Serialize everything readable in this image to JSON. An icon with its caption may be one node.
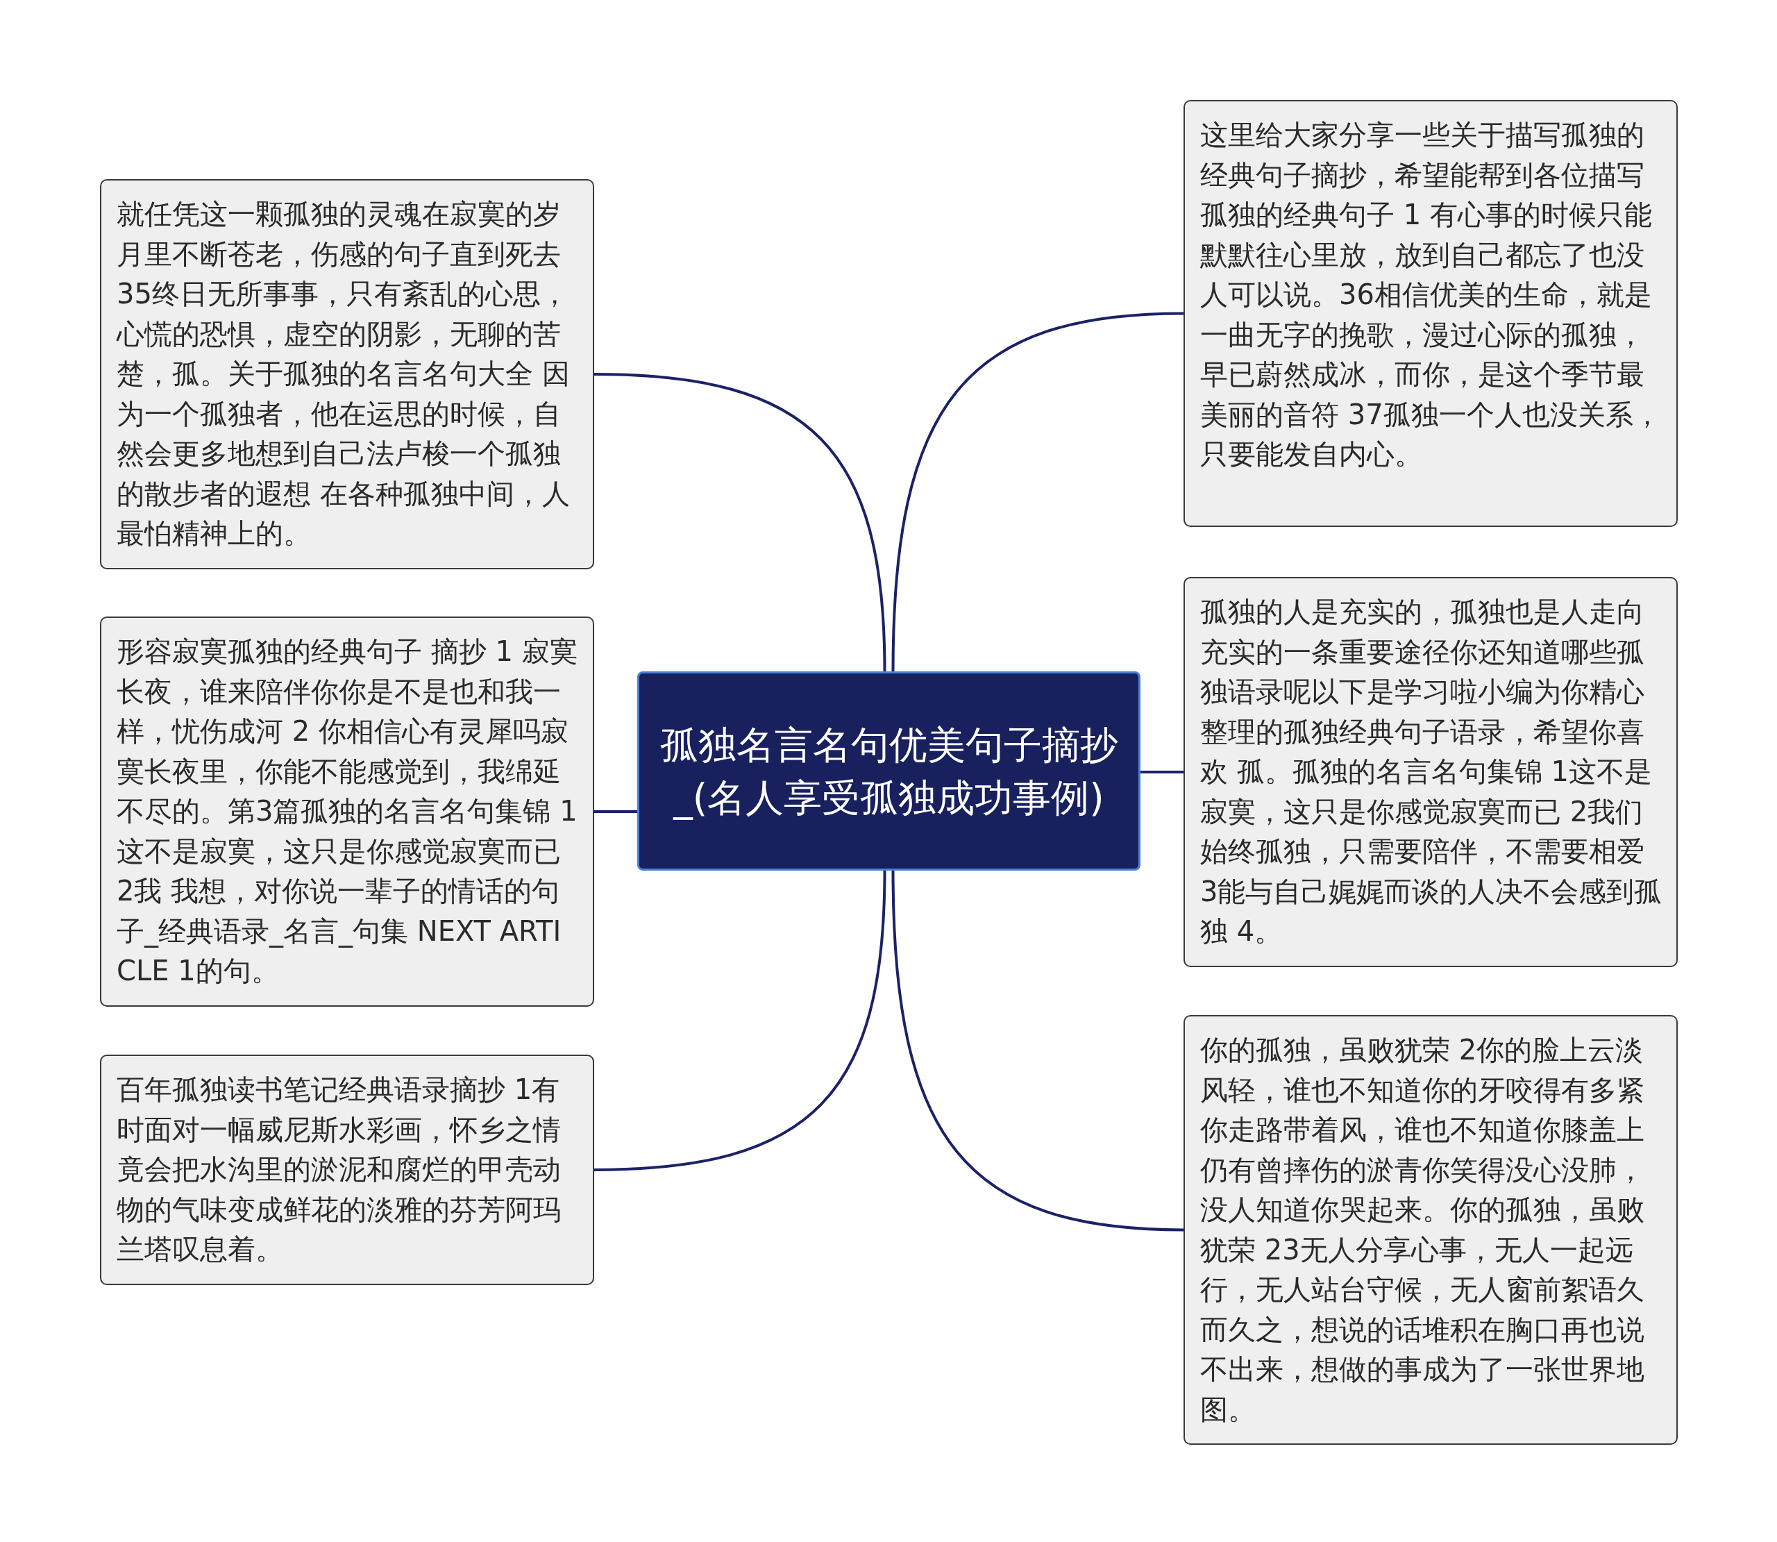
{
  "diagram": {
    "nodes": [
      {
        "text": [
          "孤独名言名句优美句子摘抄_(名人享受孤独成功事例)"
        ]
      },
      {
        "text": [
          "就任凭这一颗孤独的灵魂在寂寞的岁月里不断苍老，伤感的句子直到死去 35终日无所事事，只有紊乱的心思，心慌的恐惧，虚空的阴影，无聊的苦楚，孤。关于孤独的名言名句大全 因为一个孤独者，他在运思的时候，自然会更多地想到自己法卢梭一个孤独的散步者的遐想 在各种孤独中间，人最怕精神上的。"
        ]
      },
      {
        "text": [
          "形容寂寞孤独的经典句子 摘抄 1 寂寞长夜，谁来陪伴你你是不是也和我一样，忧伤成河 2 你相信心有灵犀吗寂寞长夜里，你能不能感觉到，我绵延不尽的。第3篇孤独的名言名句集锦 1这不是寂寞，这只是你感觉寂寞而已 2我 我想，对你说一辈子的情话的句子_经典语录_名言_句集 NEXT ARTICLE 1的句。"
        ]
      },
      {
        "text": [
          "百年孤独读书笔记经典语录摘抄 1有时面对一幅威尼斯水彩画，怀乡之情竟会把水沟里的淤泥和腐烂的甲壳动物的气味变成鲜花的淡雅的芬芳阿玛兰塔叹息着。"
        ]
      },
      {
        "text": [
          "这里给大家分享一些关于描写孤独的经典句子摘抄，希望能帮到各位描写孤独的经典句子 1 有心事的时候只能默默往心里放，放到自己都忘了也没人可以说。36相信优美的生命，就是一曲无字的挽歌，漫过心际的孤独，早已蔚然成冰，而你，是这个季节最美丽的音符 37孤独一个人也没关系，只要能发自内心。"
        ]
      },
      {
        "text": [
          "孤独的人是充实的，孤独也是人走向充实的一条重要途径你还知道哪些孤独语录呢以下是学习啦小编为你精心整理的孤独经典句子语录，希望你喜欢 孤。孤独的名言名句集锦 1这不是寂寞，这只是你感觉寂寞而已 2我们始终孤独，只需要陪伴，不需要相爱 3能与自己娓娓而谈的人决不会感到孤独 4。"
        ]
      },
      {
        "text": [
          "你的孤独，虽败犹荣 2你的脸上云淡风轻，谁也不知道你的牙咬得有多紧你走路带着风，谁也不知道你膝盖上仍有曾摔伤的淤青你笑得没心没肺，没人知道你哭起来。你的孤独，虽败犹荣 23无人分享心事，无人一起远行，无人站台守候，无人窗前絮语久而久之，想说的话堆积在胸口再也说不出来，想做的事成为了一张世界地图。"
        ]
      }
    ],
    "edges": [
      {
        "from": 0,
        "to": 1,
        "arrow": "none"
      },
      {
        "from": 0,
        "to": 2,
        "arrow": "none"
      },
      {
        "from": 0,
        "to": 3,
        "arrow": "none"
      },
      {
        "from": 0,
        "to": 4,
        "arrow": "none"
      },
      {
        "from": 0,
        "to": 5,
        "arrow": "none"
      },
      {
        "from": 0,
        "to": 6,
        "arrow": "none"
      }
    ]
  }
}
